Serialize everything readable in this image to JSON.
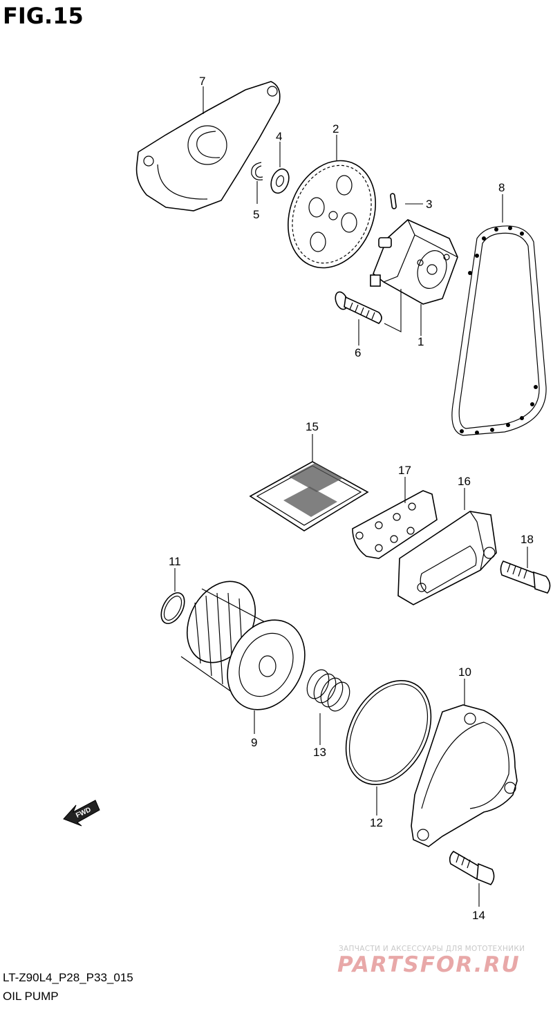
{
  "figure": {
    "title": "FIG.15",
    "code": "LT-Z90L4_P28_P33_015",
    "name": "OIL PUMP"
  },
  "fwd_label": "FWD",
  "callouts": [
    "1",
    "2",
    "3",
    "4",
    "5",
    "6",
    "7",
    "8",
    "9",
    "10",
    "11",
    "12",
    "13",
    "14",
    "15",
    "16",
    "17",
    "18"
  ],
  "watermark": {
    "tagline": "ЗАПЧАСТИ И АКСЕССУАРЫ ДЛЯ МОТОТЕХНИКИ",
    "brand": "PARTSFOR.RU"
  }
}
